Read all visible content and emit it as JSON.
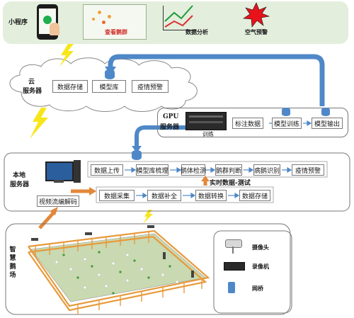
{
  "top_panel": {
    "mini_program_label": "小程序",
    "view_flock_label": "查看鹅群",
    "data_analysis_label": "数据分析",
    "air_alert_label": "空气预警"
  },
  "cloud": {
    "label_line1": "云",
    "label_line2": "服务器",
    "boxes": [
      "数据存储",
      "模型库",
      "疫情预警"
    ]
  },
  "gpu": {
    "label_line1": "GPU",
    "label_line2": "服务器",
    "boxes": [
      "标注数据",
      "模型训练",
      "模型输出"
    ],
    "caption": "训练"
  },
  "local": {
    "label_line1": "本地",
    "label_line2": "服务器",
    "row1": [
      "数据上传",
      "模型库梳理",
      "鹅体检测",
      "鹅群判断",
      "病鹅识别",
      "疫情预警"
    ],
    "realtime_label": "实时数据-测试",
    "row2": [
      "数据采集",
      "数据补全",
      "数据转换",
      "数据存储"
    ],
    "video_decode_label": "视频流编解码"
  },
  "farm": {
    "label": [
      "智",
      "慧",
      "鹅",
      "场"
    ]
  },
  "legend": {
    "camera_label": "摄像头",
    "recorder_label": "录像机",
    "bridge_label": "网桥"
  },
  "colors": {
    "top_panel_bg": "#e3eedd",
    "arrow_blue": "#4f88c8",
    "arrow_orange": "#e2873a",
    "lightning": "#f7e61a",
    "fence": "#e89a3c",
    "field": "#c9d9b1",
    "alert_red": "#e8121b",
    "line_green": "#1f9b3a",
    "line_red": "#d93434"
  }
}
